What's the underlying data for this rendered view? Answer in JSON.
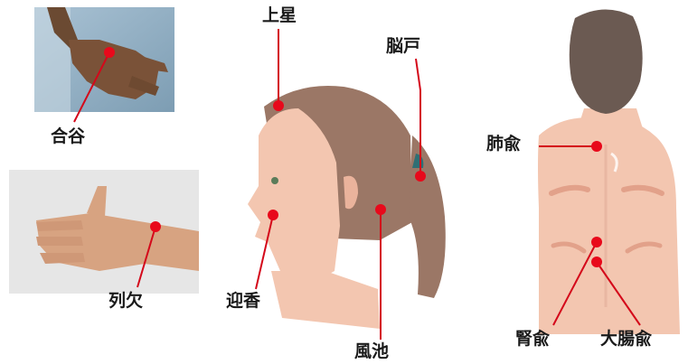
{
  "acupoints": [
    {
      "id": "gokoku",
      "label": "合谷"
    },
    {
      "id": "rekketsu",
      "label": "列欠"
    },
    {
      "id": "geiko",
      "label": "迎香"
    },
    {
      "id": "josei",
      "label": "上星"
    },
    {
      "id": "noko",
      "label": "脳戸"
    },
    {
      "id": "fuchi",
      "label": "風池"
    },
    {
      "id": "haiyu",
      "label": "肺兪"
    },
    {
      "id": "jinyu",
      "label": "腎兪"
    },
    {
      "id": "daichoyu",
      "label": "大腸兪"
    }
  ],
  "colors": {
    "point": "#e8091b",
    "leader": "#d4081a",
    "skin": "#f3c6b0",
    "hair": "#9b7766",
    "back_hair": "#6b5a52",
    "photo_bg_1": "#9fb8c9",
    "photo_bg_2": "#e4e4e4"
  }
}
